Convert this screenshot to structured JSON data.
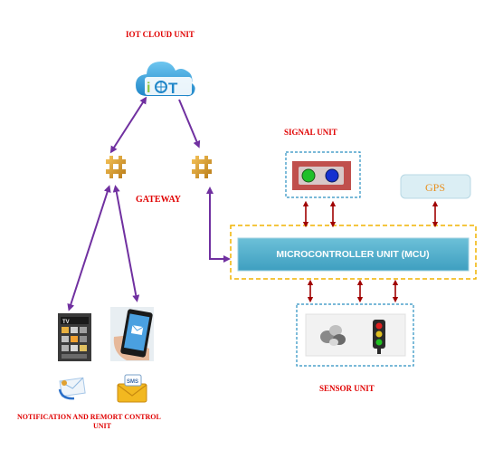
{
  "labels": {
    "iot_cloud": "IOT CLOUD UNIT",
    "signal_unit": "SIGNAL UNIT",
    "gateway": "GATEWAY",
    "gps": "GPS",
    "mcu": "MICROCONTROLLER UNIT (MCU)",
    "sensor_unit": "SENSOR UNIT",
    "notification_line1": "NOTIFICATION AND REMORT CONTROL",
    "notification_line2": "UNIT"
  },
  "icons": {
    "cloud": "iot-cloud-icon",
    "gateway": "gateway-icon",
    "phone": "smartphone-icon",
    "sms": "sms-envelope-icon",
    "email": "email-icon",
    "traffic_light": "traffic-light-icon",
    "sensor": "sensor-icon"
  },
  "colors": {
    "label_red": "#e00000",
    "arrow_purple": "#7030a0",
    "arrow_darkred": "#a00000",
    "mcu_fill": "#5ab4cf",
    "dashed_orange": "#f0b400",
    "dashed_blue": "#2a8fc0",
    "signal_fill": "#c0504d",
    "gps_fill": "#dbeef4"
  }
}
